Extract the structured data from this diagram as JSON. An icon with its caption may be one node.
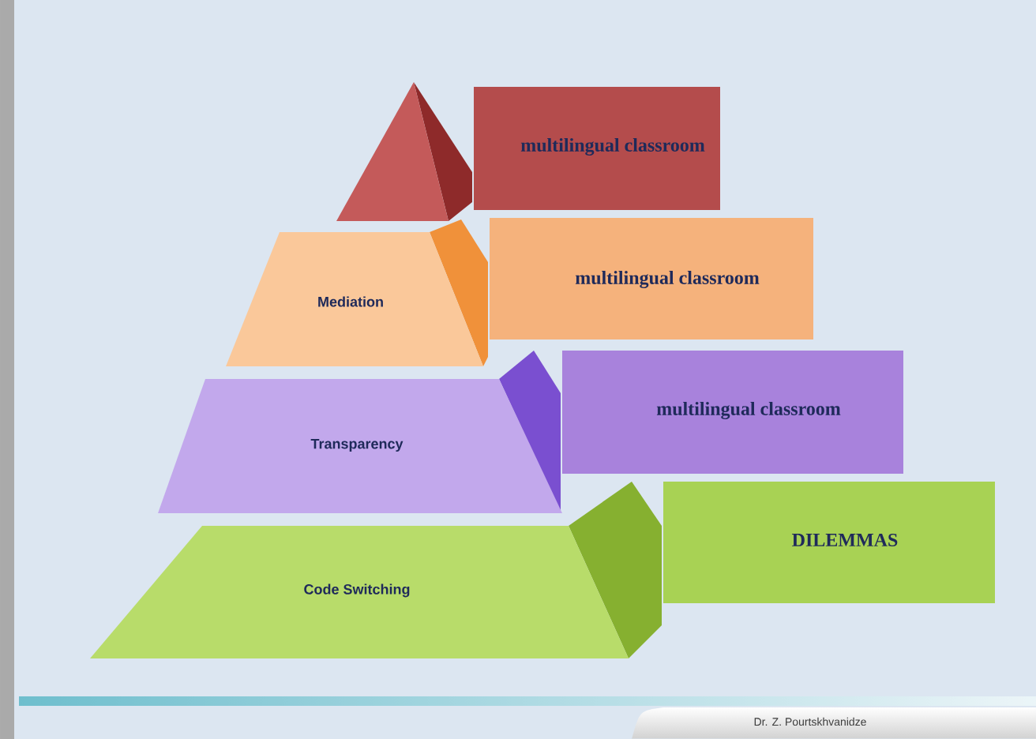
{
  "diagram": {
    "nodes": [
      {
        "text": [],
        "shape": "triangle"
      },
      {
        "text": [
          "multilingual classroom"
        ]
      },
      {
        "text": [
          "Mediation"
        ]
      },
      {
        "text": [
          "multilingual classroom"
        ]
      },
      {
        "text": [
          "Transparency"
        ]
      },
      {
        "text": [
          "multilingual classroom"
        ]
      },
      {
        "text": [
          "Code Switching"
        ]
      },
      {
        "text": [
          "DILEMMAS"
        ]
      }
    ],
    "labels": [
      "Dr. Z. Pourtskhvanidze"
    ]
  }
}
